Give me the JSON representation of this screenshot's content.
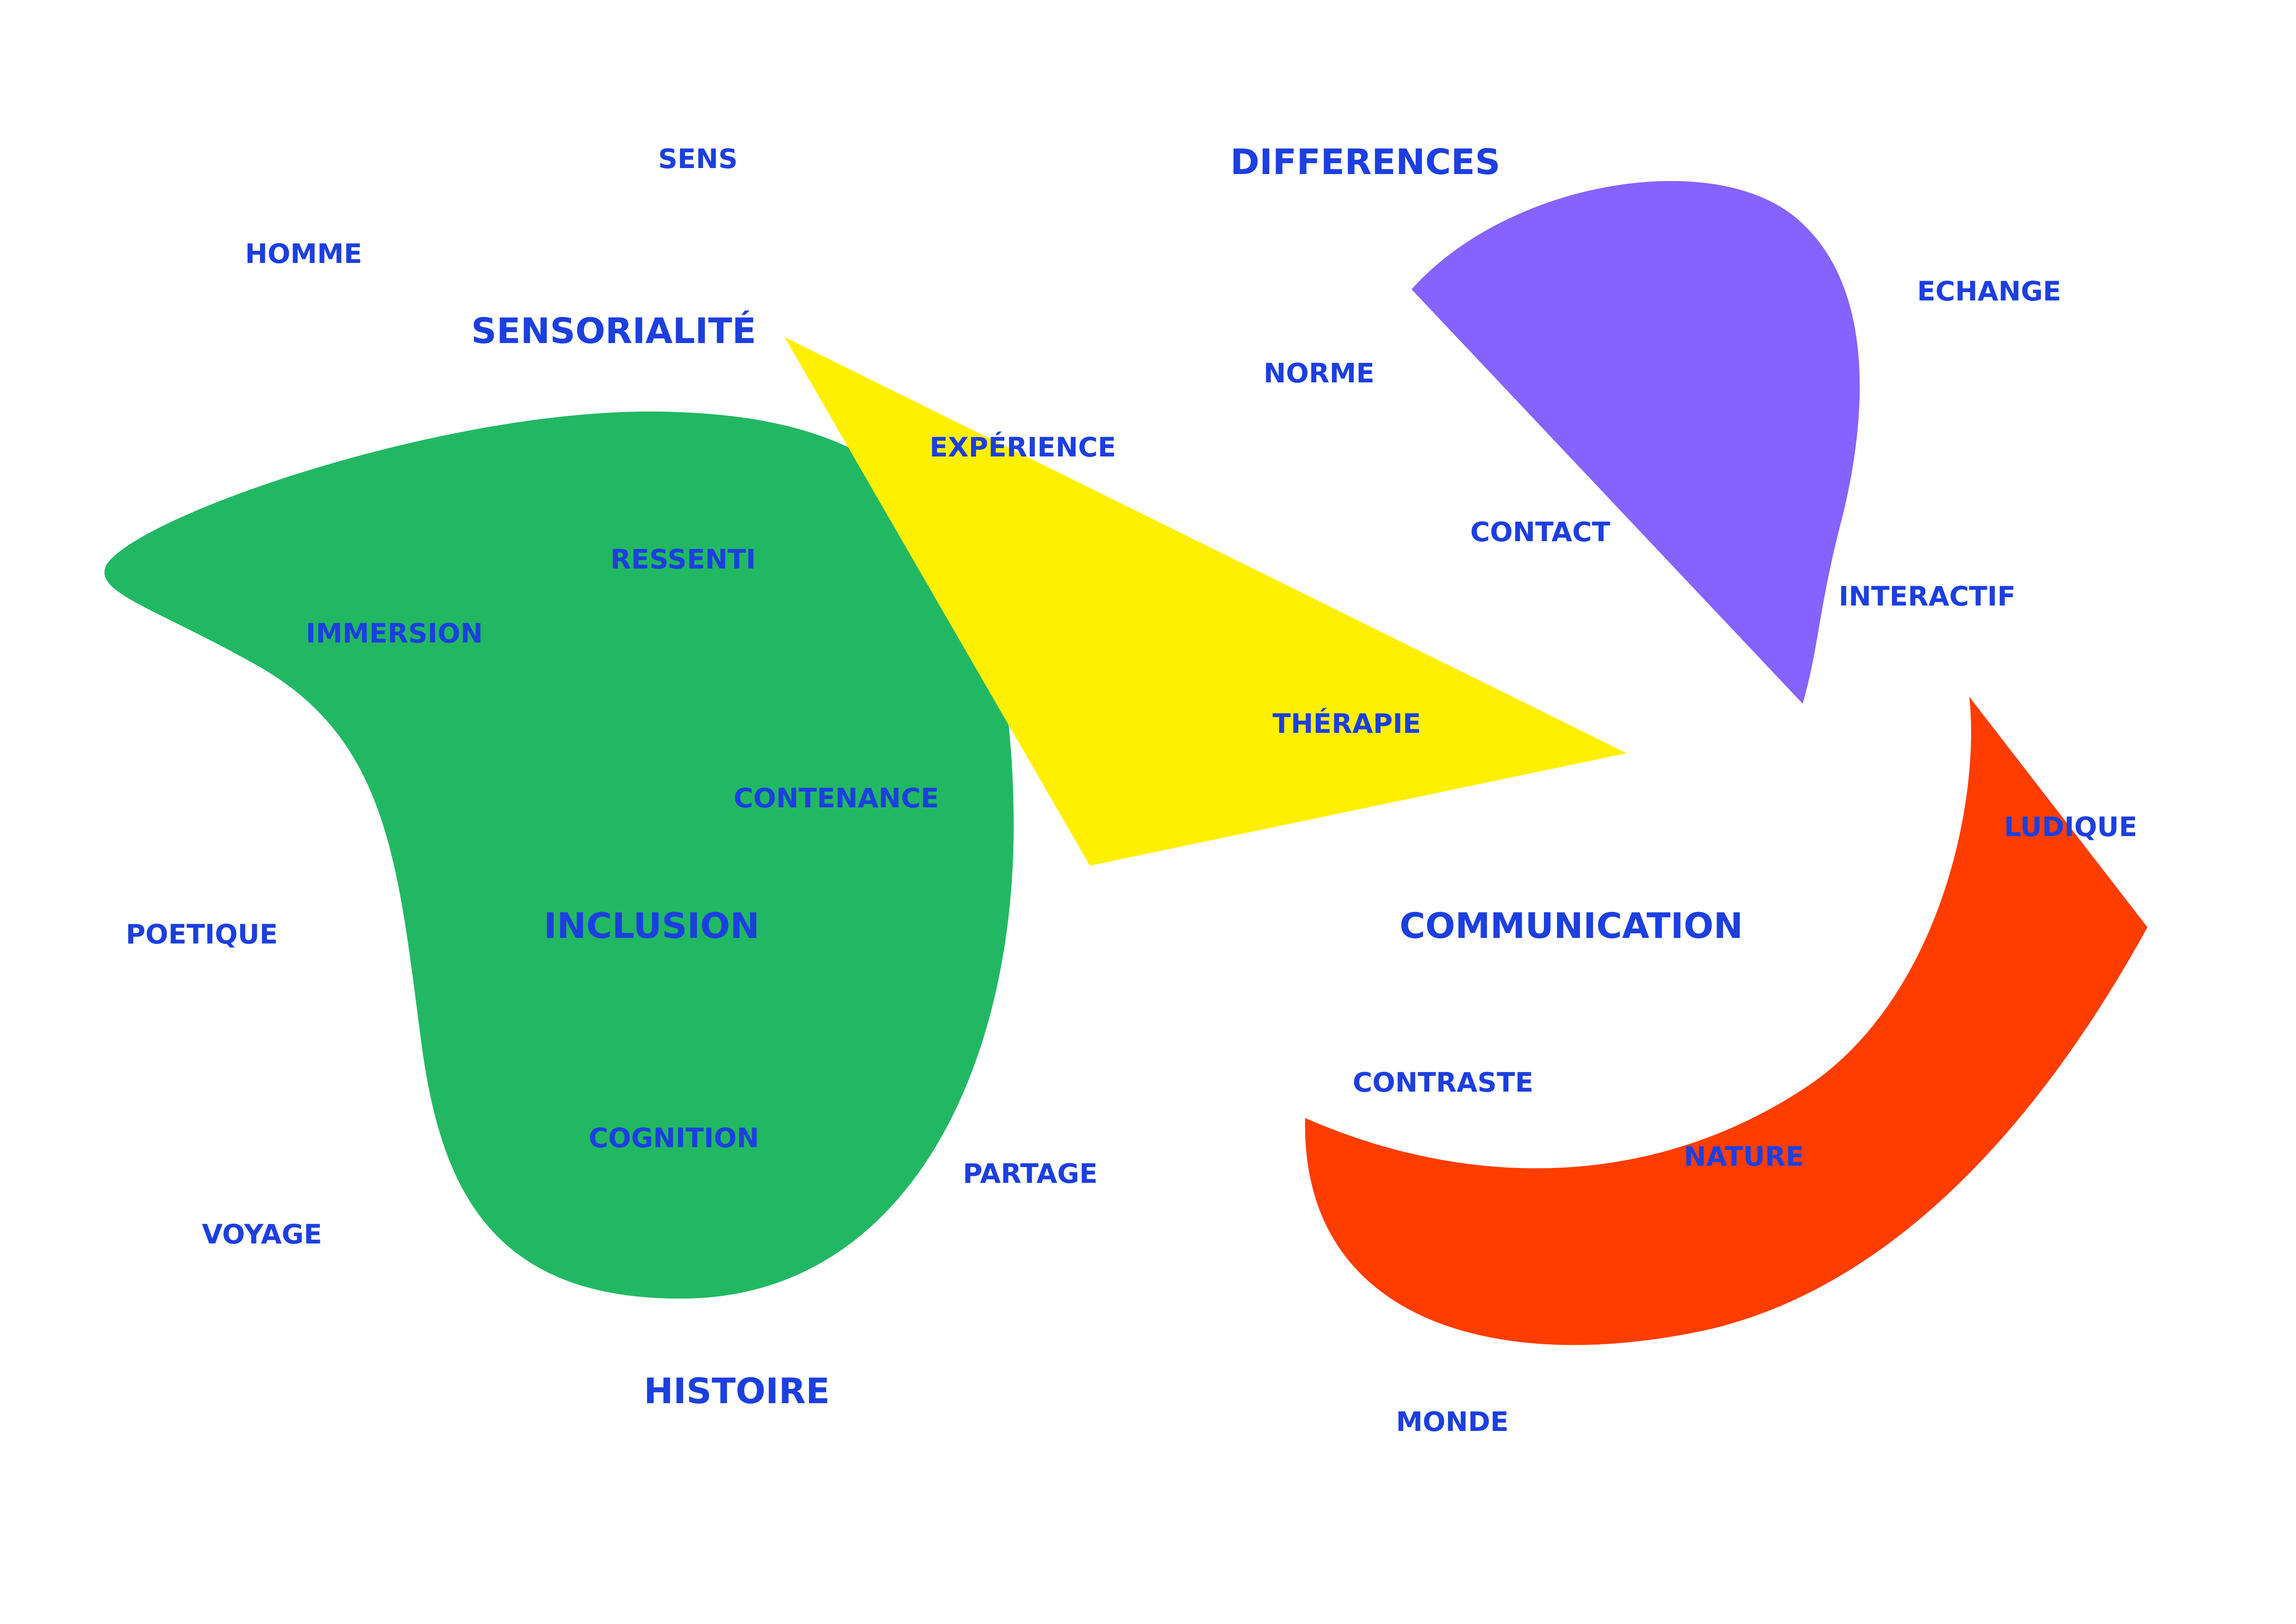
{
  "colors": {
    "background": "#ffffff",
    "text": "#1c3fe0",
    "green_shape": "#22b863",
    "yellow_shape": "#fff000",
    "purple_shape": "#8662ff",
    "red_shape": "#ff3d00"
  },
  "words": {
    "sens": "SENS",
    "homme": "HOMME",
    "sensorialite": "SENSORIALITÉ",
    "differences": "DIFFERENCES",
    "norme": "NORME",
    "echange": "ECHANGE",
    "experience": "EXPÉRIENCE",
    "ressenti": "RESSENTI",
    "immersion": "IMMERSION",
    "contact": "CONTACT",
    "interactif": "INTERACTIF",
    "therapie": "THÉRAPIE",
    "contenance": "CONTENANCE",
    "ludique": "LUDIQUE",
    "poetique": "POETIQUE",
    "inclusion": "INCLUSION",
    "communication": "COMMUNICATION",
    "contraste": "CONTRASTE",
    "cognition": "COGNITION",
    "nature": "NATURE",
    "partage": "PARTAGE",
    "voyage": "VOYAGE",
    "histoire": "HISTOIRE",
    "monde": "MONDE"
  }
}
